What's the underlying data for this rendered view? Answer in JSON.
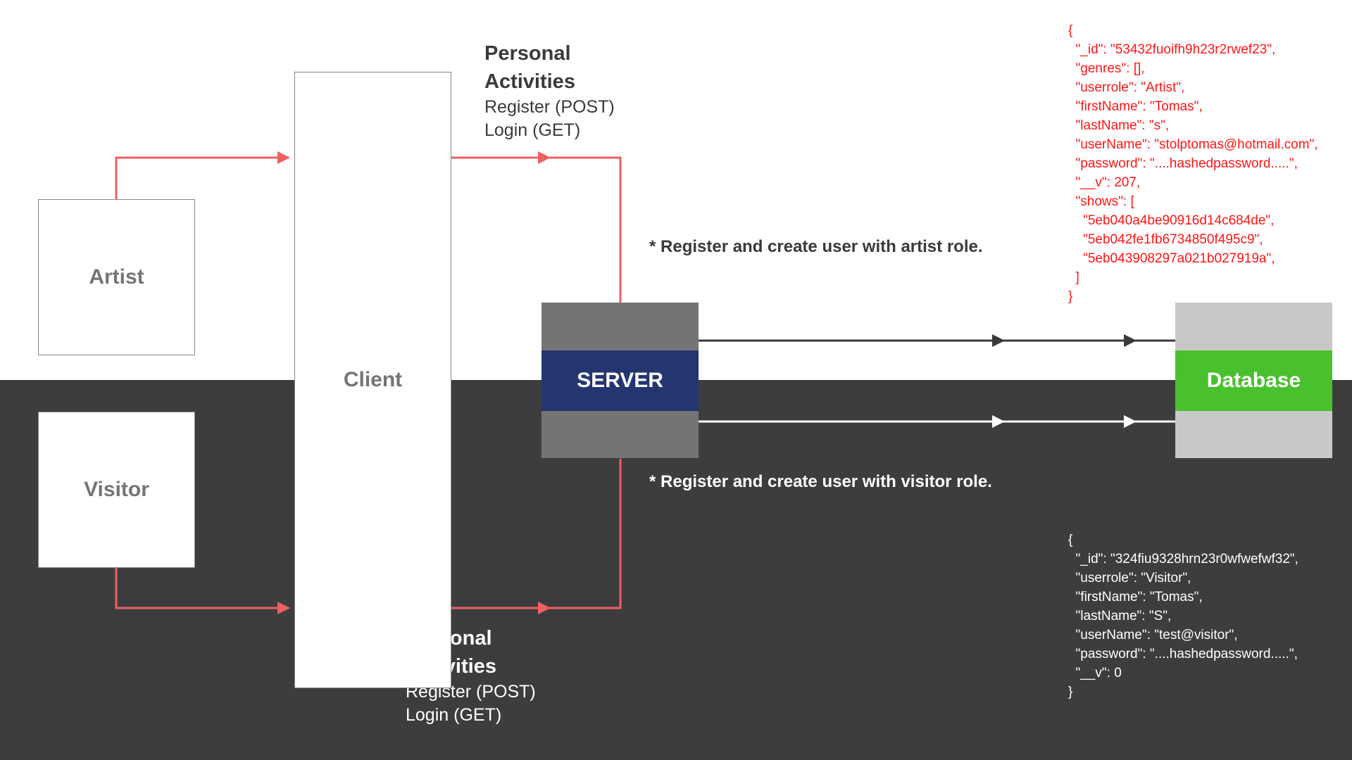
{
  "actors": {
    "artist": "Artist",
    "visitor": "Visitor"
  },
  "client": "Client",
  "server": "SERVER",
  "database": "Database",
  "activities_top": {
    "title": "Personal\nActivities",
    "register": "Register (POST)",
    "login": "Login (GET)"
  },
  "activities_bottom": {
    "title": "Personal\nActivities",
    "register": "Register (POST)",
    "login": "Login (GET)"
  },
  "notes": {
    "artist": "* Register and create user with artist role.",
    "visitor": "* Register and create user with visitor role."
  },
  "json_artist": "{\n  \"_id\": \"53432fuoifh9h23r2rwef23\",\n  \"genres\": [],\n  \"userrole\": \"Artist\",\n  \"firstName\": \"Tomas\",\n  \"lastName\": \"s\",\n  \"userName\": \"stolptomas@hotmail.com\",\n  \"password\": \"....hashedpassword.....\",\n  \"__v\": 207,\n  \"shows\": [\n    \"5eb040a4be90916d14c684de\",\n    \"5eb042fe1fb6734850f495c9\",\n    \"5eb043908297a021b027919a\",\n  ]\n}",
  "json_visitor": "{\n  \"_id\": \"324fiu9328hrn23r0wfwefwf32\",\n  \"userrole\": \"Visitor\",\n  \"firstName\": \"Tomas\",\n  \"lastName\": \"S\",\n  \"userName\": \"test@visitor\",\n  \"password\": \"....hashedpassword.....\",\n  \"__v\": 0\n}",
  "colors": {
    "flow_arrow": "#f06060",
    "server": "#253570",
    "database": "#49c12e",
    "dark_band": "#3d3d3d",
    "json_artist_text": "#ff1414"
  }
}
